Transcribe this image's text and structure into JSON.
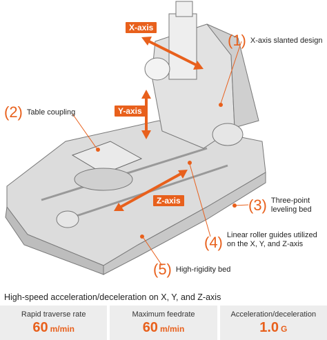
{
  "axes": {
    "x": "X-axis",
    "y": "Y-axis",
    "z": "Z-axis"
  },
  "callouts": [
    {
      "num": "(1)",
      "text": "X-axis slanted design"
    },
    {
      "num": "(2)",
      "text": "Table coupling"
    },
    {
      "num": "(3)",
      "text": "Three-point leveling bed"
    },
    {
      "num": "(4)",
      "text": "Linear roller guides utilized on the X, Y, and Z-axis"
    },
    {
      "num": "(5)",
      "text": "High-rigidity bed"
    }
  ],
  "summary": {
    "heading": "High-speed acceleration/deceleration on X, Y, and Z-axis",
    "specs": [
      {
        "label": "Rapid traverse rate",
        "value": "60",
        "unit": "m/min"
      },
      {
        "label": "Maximum feedrate",
        "value": "60",
        "unit": "m/min"
      },
      {
        "label": "Acceleration/deceleration",
        "value": "1.0",
        "unit": "G"
      }
    ]
  },
  "colors": {
    "accent": "#e8601c",
    "machine_gray": "#d9d9d9",
    "panel_gray": "#ededed"
  }
}
